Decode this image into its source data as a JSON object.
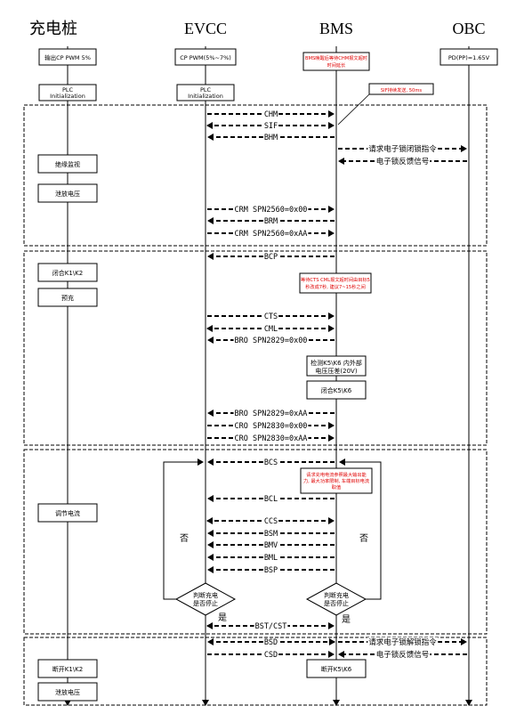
{
  "headers": {
    "charger": "充电桩",
    "evcc": "EVCC",
    "bms": "BMS",
    "obc": "OBC"
  },
  "boxes": {
    "charger_pwm": "输出CP PWM 5%",
    "evcc_pwm": "CP PWM(5%~7%)",
    "obc_pp": "PD(PP)=1.65V",
    "plc_init_1": [
      "PLC",
      "Initialization"
    ],
    "plc_init_2": [
      "PLC",
      "Initialization"
    ],
    "insulation": "绝缘监视",
    "discharge_1": "泄放电压",
    "close_k1k2": "闭合K1\\K2",
    "precharge": "预充",
    "detect_k5k6": [
      "检测K5\\K6 内外部",
      "电压压差(20V)"
    ],
    "close_k5k6": "闭合K5\\K6",
    "adjust_current": "调节电流",
    "open_k1k2": "断开K1\\K2",
    "open_k5k6": "断开K5\\K6",
    "discharge_2": "泄放电压"
  },
  "notes": {
    "bms_wait": [
      "BMS唤醒后等待CHM报文超时",
      "时间延长"
    ],
    "sif_cycle": "SIF持续发送, 50ms",
    "wait_ctscml": [
      "等待CTS CML报文超时间由目标5",
      "秒改成7秒, 建议7~15秒之间"
    ],
    "bcs_note": [
      "请求充电电流参照最大输出能",
      "力, 最大功率限制, 车端目标电流",
      "取值"
    ]
  },
  "messages": {
    "chm": "CHM",
    "sif": "SIF",
    "bhm": "BHM",
    "lock_req": "请求电子锁闭锁指令",
    "lock_fb": "电子锁反馈信号",
    "crm00": "CRM SPN2560=0x00",
    "brm": "BRM",
    "crmaa": "CRM SPN2560=0xAA",
    "bcp": "BCP",
    "cts": "CTS",
    "cml": "CML",
    "bro00": "BRO SPN2829=0x00",
    "broaa": "BRO SPN2829=0xAA",
    "cro00": "CRO SPN2830=0x00",
    "croaa": "CRO SPN2830=0xAA",
    "bcs": "BCS",
    "bcl": "BCL",
    "ccs": "CCS",
    "bsm": "BSM",
    "bmv": "BMV",
    "bml": "BML",
    "bsp": "BSP",
    "bst_cst": "BST/CST",
    "bsd": "BSD",
    "csd": "CSD",
    "unlock_req": "请求电子锁解锁指令",
    "unlock_fb": "电子锁反馈信号"
  },
  "decisions": {
    "evcc": [
      "判断充电",
      "是否停止"
    ],
    "bms": [
      "判断充电",
      "是否停止"
    ]
  },
  "labels": {
    "no": "否",
    "yes": "是"
  },
  "colors": {
    "note": "#e00000",
    "line": "#000000"
  }
}
